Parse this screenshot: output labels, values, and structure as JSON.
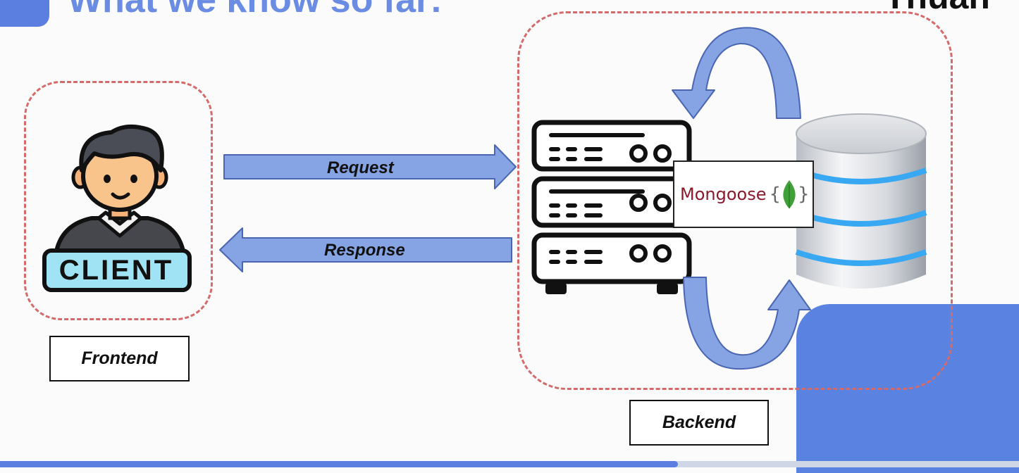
{
  "slide": {
    "title": "What we know so far:",
    "brand": "Thuan",
    "progress_fraction": 0.665
  },
  "diagram": {
    "client_badge": "CLIENT",
    "frontend_label": "Frontend",
    "backend_label": "Backend",
    "request_label": "Request",
    "response_label": "Response",
    "mongoose_label": "Mongoose",
    "colors": {
      "arrow_fill": "#86a3e3",
      "arrow_stroke": "#4a66b3",
      "dashed_border": "#d46a6a",
      "accent": "#5b7fe0",
      "mongoose_text": "#8a1a2b",
      "db_band": "#3aa8f0",
      "leaf": "#3fa037"
    },
    "icons": [
      "user-avatar-icon",
      "server-rack-icon",
      "database-cylinder-icon",
      "mongodb-leaf-icon",
      "circular-arrow-icon"
    ]
  }
}
